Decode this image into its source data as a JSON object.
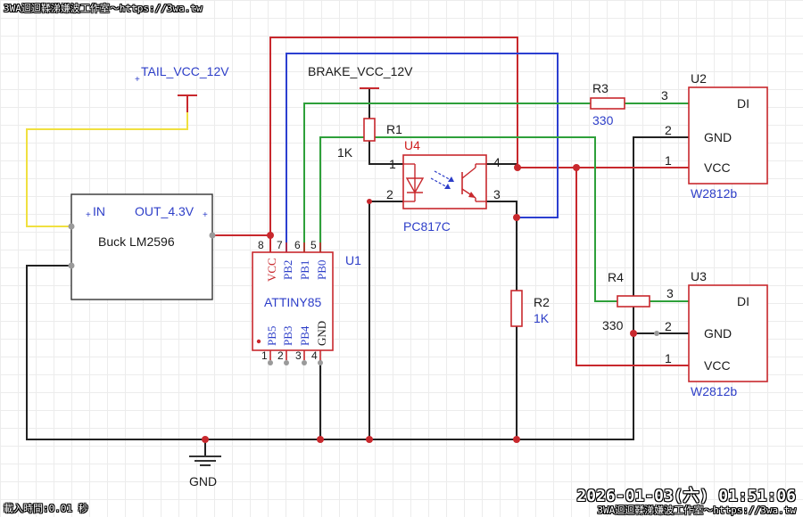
{
  "watermark": {
    "top": "3WA迴迴鞣涕嫌波工作室～https://3wa.tw",
    "datetime": "2026-01-03(六) 01:51:06",
    "bottom": "3WA迴迴鞣涕嫌波工作室～https://3wa.tw",
    "load_time": "載入時間:0.01 秒"
  },
  "nets": {
    "tail_vcc": "TAIL_VCC_12V",
    "brake_vcc": "BRAKE_VCC_12V",
    "gnd": "GND"
  },
  "buck": {
    "name": "Buck LM2596",
    "in_label": "IN",
    "out_label": "OUT_4.3V"
  },
  "u1": {
    "ref": "U1",
    "name": "ATTINY85",
    "top_pins": [
      {
        "num": "8",
        "label": "VCC",
        "color": "#c8282d"
      },
      {
        "num": "7",
        "label": "PB2",
        "color": "#2d3ec8"
      },
      {
        "num": "6",
        "label": "PB1",
        "color": "#2d3ec8"
      },
      {
        "num": "5",
        "label": "PB0",
        "color": "#2d3ec8"
      }
    ],
    "bottom_pins": [
      {
        "num": "1",
        "label": "PB5",
        "color": "#2d3ec8"
      },
      {
        "num": "2",
        "label": "PB3",
        "color": "#2d3ec8"
      },
      {
        "num": "3",
        "label": "PB4",
        "color": "#2d3ec8"
      },
      {
        "num": "4",
        "label": "GND",
        "color": "#1a1a1a"
      }
    ]
  },
  "r1": {
    "ref": "R1",
    "value": "1K"
  },
  "r2": {
    "ref": "R2",
    "value": "1K"
  },
  "r3": {
    "ref": "R3",
    "value": "330",
    "pin": "3"
  },
  "r4": {
    "ref": "R4",
    "value": "330",
    "pin": "3"
  },
  "u4": {
    "ref": "U4",
    "name": "PC817C",
    "pins": [
      "1",
      "2",
      "3",
      "4"
    ]
  },
  "u2": {
    "ref": "U2",
    "name": "W2812b",
    "pins": [
      {
        "num": "3",
        "label": "DI"
      },
      {
        "num": "2",
        "label": "GND"
      },
      {
        "num": "1",
        "label": "VCC"
      }
    ]
  },
  "u3": {
    "ref": "U3",
    "name": "W2812b",
    "pins": [
      {
        "num": "3",
        "label": "DI"
      },
      {
        "num": "2",
        "label": "GND"
      },
      {
        "num": "1",
        "label": "VCC"
      }
    ]
  }
}
